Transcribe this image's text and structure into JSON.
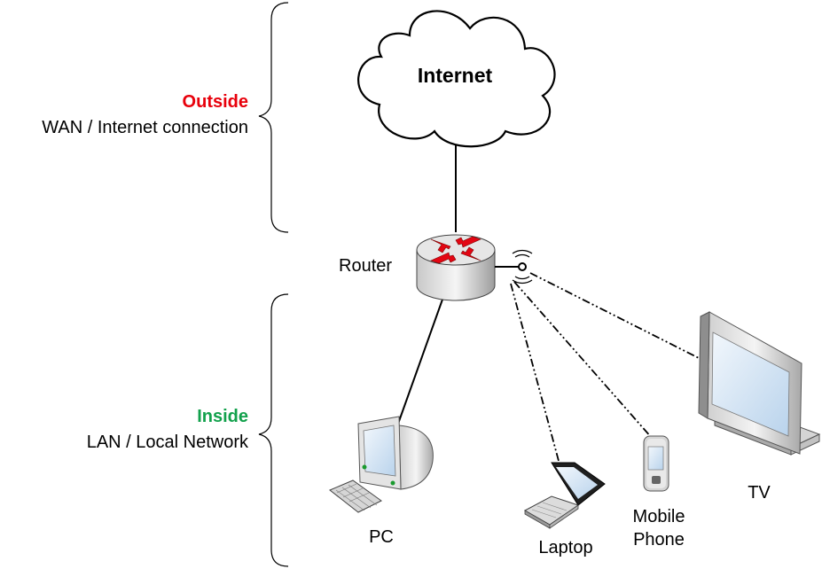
{
  "zones": {
    "outside": {
      "title": "Outside",
      "subtitle": "WAN / Internet connection",
      "color": "#e8000b"
    },
    "inside": {
      "title": "Inside",
      "subtitle": "LAN / Local Network",
      "color": "#12a14c"
    }
  },
  "nodes": {
    "internet": {
      "label": "Internet",
      "icon": "cloud-icon"
    },
    "router": {
      "label": "Router",
      "icon": "router-icon"
    },
    "pc": {
      "label": "PC",
      "icon": "desktop-computer-icon"
    },
    "laptop": {
      "label": "Laptop",
      "icon": "laptop-icon"
    },
    "mobile": {
      "label_line1": "Mobile",
      "label_line2": "Phone",
      "icon": "mobile-phone-icon"
    },
    "tv": {
      "label": "TV",
      "icon": "tv-icon"
    }
  },
  "links": [
    {
      "from": "internet",
      "to": "router",
      "style": "wired"
    },
    {
      "from": "router",
      "to": "pc",
      "style": "wired"
    },
    {
      "from": "router",
      "to": "laptop",
      "style": "wireless"
    },
    {
      "from": "router",
      "to": "mobile",
      "style": "wireless"
    },
    {
      "from": "router",
      "to": "tv",
      "style": "wireless"
    }
  ]
}
